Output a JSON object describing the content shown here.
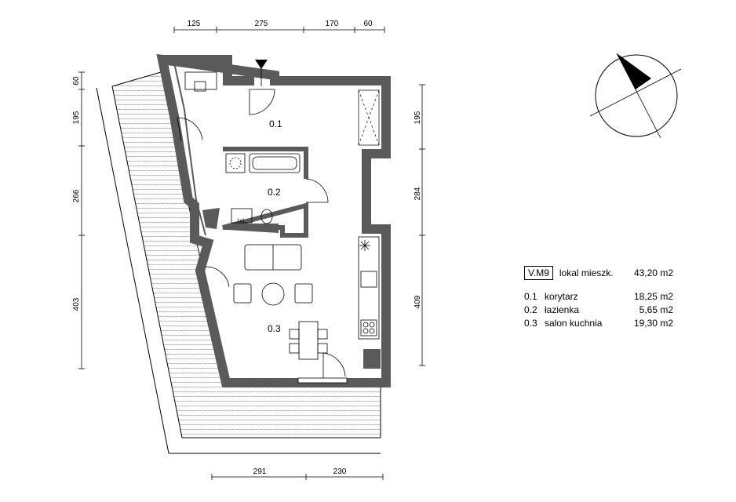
{
  "dimensions": {
    "top": [
      "125",
      "275",
      "170",
      "60"
    ],
    "left": [
      "60",
      "195",
      "266",
      "403"
    ],
    "right": [
      "195",
      "284",
      "409"
    ],
    "bottom": [
      "291",
      "230"
    ]
  },
  "room_labels": [
    "0.1",
    "0.2",
    "0.3"
  ],
  "fixtures": {
    "bathroom_sign": "1x1"
  },
  "legend": {
    "unit_code": "V.M9",
    "unit_label": "lokal mieszk.",
    "unit_area": "43,20 m2",
    "rooms": [
      {
        "code": "0.1",
        "name": "korytarz",
        "area": "18,25 m2"
      },
      {
        "code": "0.2",
        "name": "łazienka",
        "area": "5,65 m2"
      },
      {
        "code": "0.3",
        "name": "salon kuchnia",
        "area": "19,30 m2"
      }
    ]
  },
  "colors": {
    "wall": "#5a5a5a",
    "line": "#000000",
    "background": "#ffffff"
  },
  "icons": [
    "north-arrow-icon",
    "entrance-marker-icon",
    "snowflake-icon"
  ]
}
